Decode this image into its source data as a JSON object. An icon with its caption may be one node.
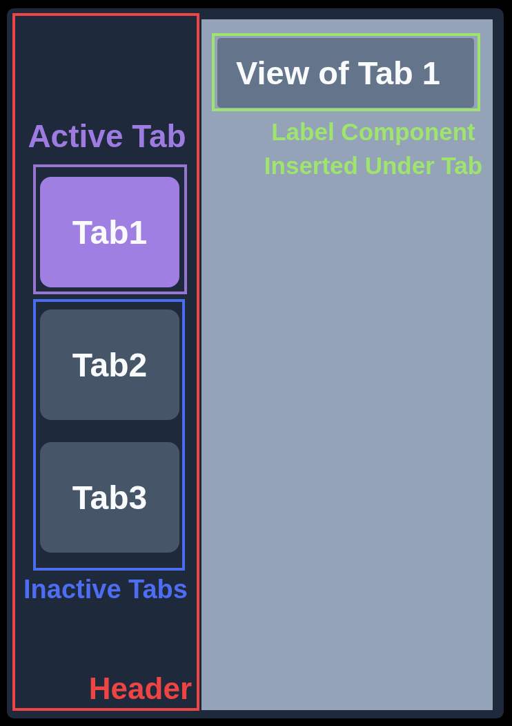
{
  "diagram": {
    "nodes": [
      {
        "text": [
          "Header"
        ]
      },
      {
        "text": [
          "Active Tab"
        ],
        "in": 0
      },
      {
        "text": [
          "Tab1"
        ],
        "in": 1
      },
      {
        "text": [
          "Inactive Tabs"
        ],
        "in": 0
      },
      {
        "text": [
          "Tab2"
        ],
        "in": 3
      },
      {
        "text": [
          "Tab3"
        ],
        "in": 3
      },
      {
        "text": [],
        "shape": "box"
      },
      {
        "text": [
          "Label Component Inserted Under Tab"
        ],
        "in": 6
      },
      {
        "text": [
          "View of Tab 1"
        ],
        "in": 7
      }
    ]
  }
}
